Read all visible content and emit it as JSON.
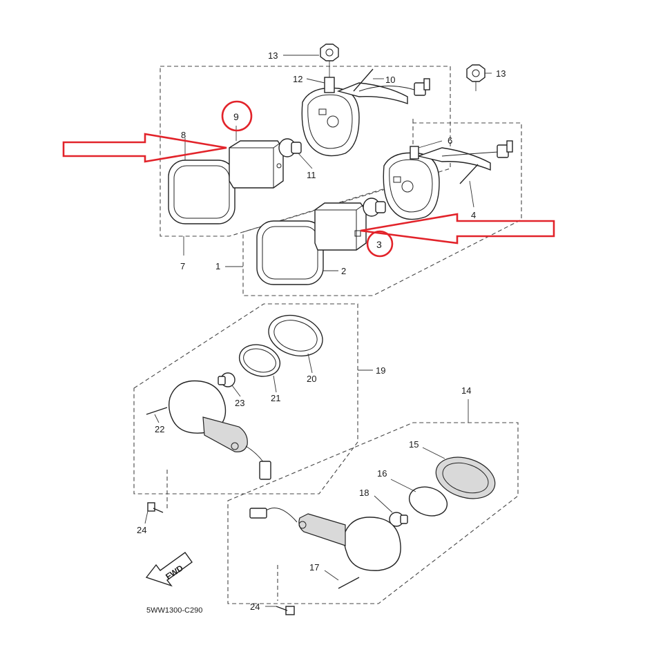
{
  "callouts": {
    "c1": "1",
    "c2": "2",
    "c3": "3",
    "c4": "4",
    "c6": "6",
    "c7": "7",
    "c8": "8",
    "c9": "9",
    "c10": "10",
    "c11": "11",
    "c12": "12",
    "c13a": "13",
    "c13b": "13",
    "c14": "14",
    "c15": "15",
    "c16": "16",
    "c17": "17",
    "c18": "18",
    "c19": "19",
    "c20": "20",
    "c21": "21",
    "c22": "22",
    "c23": "23",
    "c24a": "24",
    "c24b": "24"
  },
  "direction_label": "FWD",
  "diagram_code": "5WW1300-C290",
  "colors": {
    "highlight": "#e2232a",
    "ink": "#222222"
  }
}
